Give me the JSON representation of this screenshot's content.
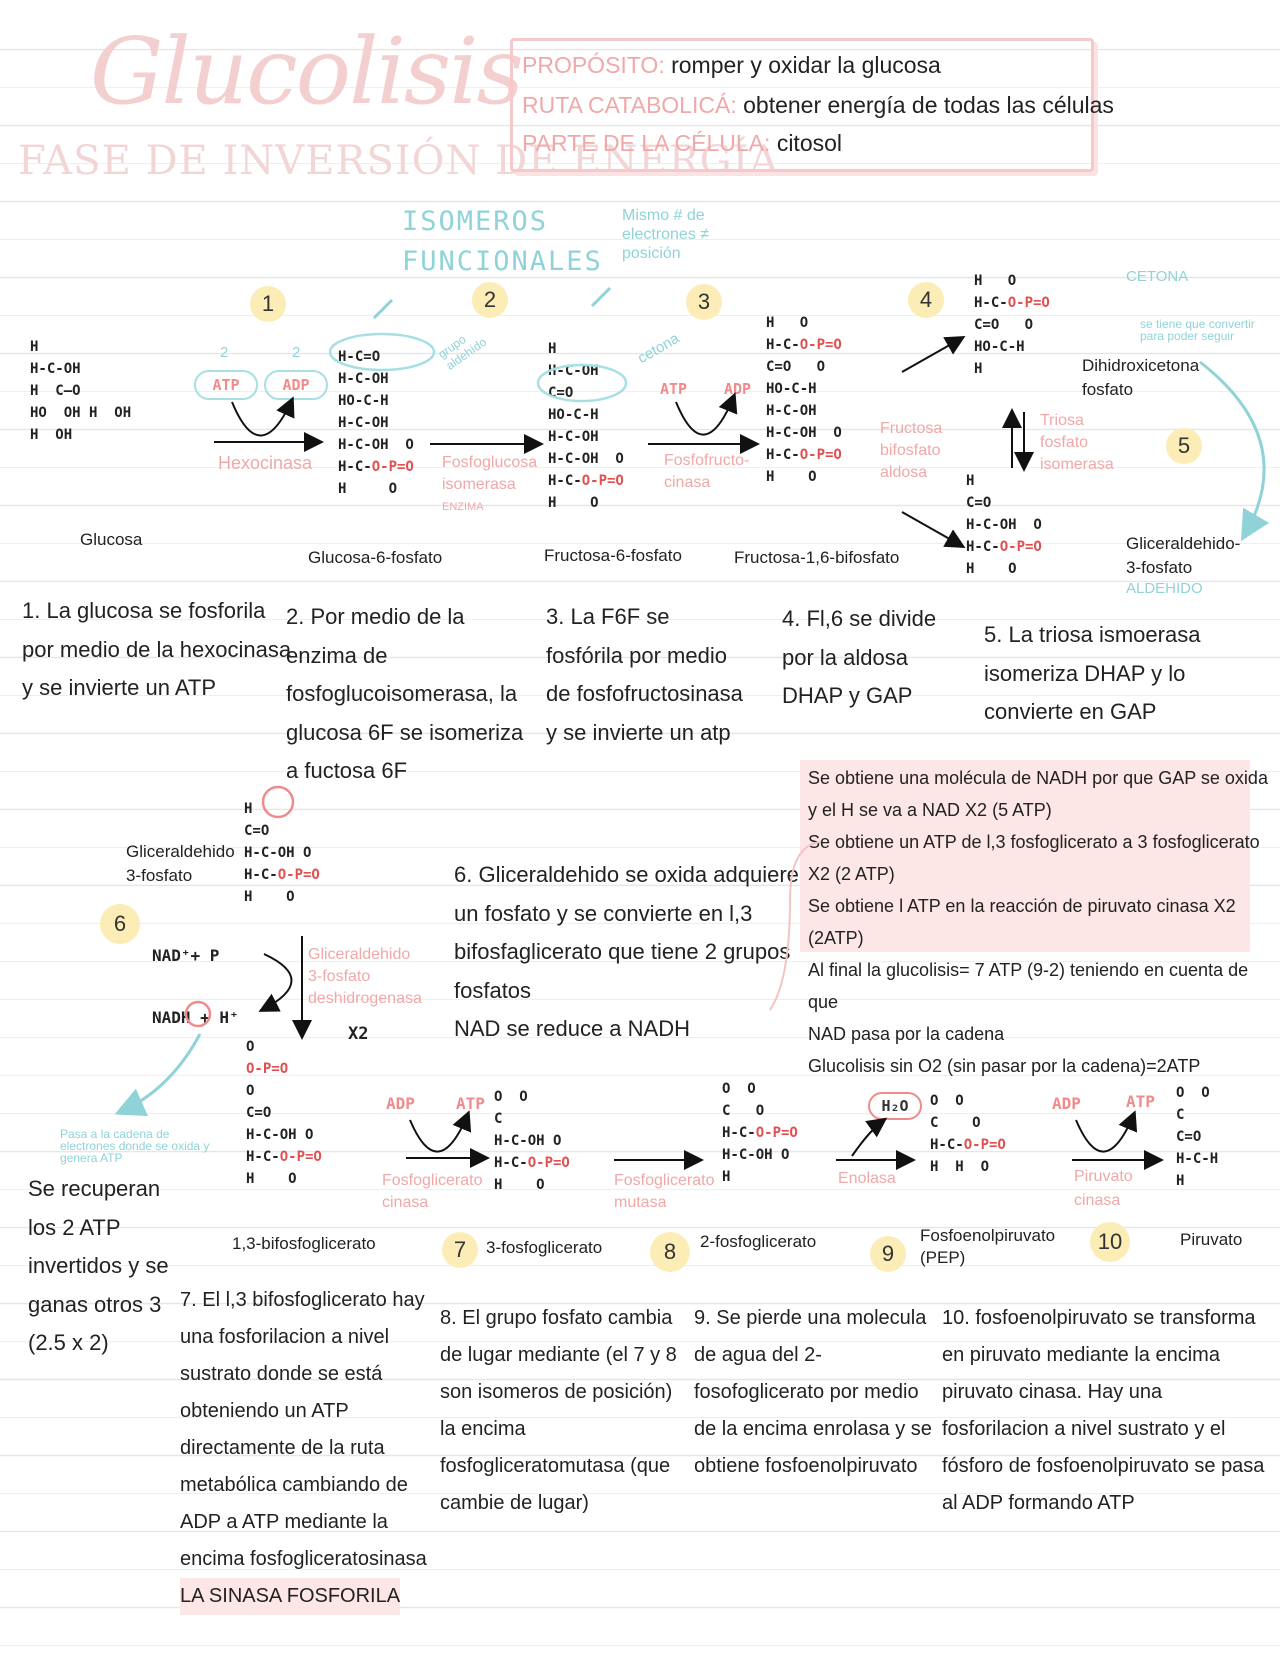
{
  "header": {
    "title": "Glucolisis",
    "subtitle": "FASE DE INVERSIÓN DE ENERGÍA",
    "purpose_label": "PROPÓSITO:",
    "purpose_value": "romper y oxidar la glucosa",
    "route_label": "RUTA CATABOLICÁ:",
    "route_value": "obtener energía de todas las células",
    "part_label": "PARTE DE LA CÉLULA:",
    "part_value": "citosol"
  },
  "annotations": {
    "isomers_line1": "ISOMEROS",
    "isomers_line2": "FUNCIONALES",
    "same_electrons": "Mismo # de electrones ≠ posición",
    "grupo_aldehido": "grupo aldehído",
    "cetona": "cetona",
    "cetona_caps": "CETONA",
    "aldehido_caps": "ALDEHIDO",
    "tiene_que": "se tiene que convertir para poder seguir",
    "pasa_cadena": "Pasa a la cadena de electrones donde se oxida y genera ATP",
    "enzima": "ENZIMA",
    "x2": "X2",
    "atp": "ATP",
    "adp": "ADP",
    "h2o": "H₂O",
    "nad_p": "NAD⁺+ P",
    "nadh": "NADH + H⁺",
    "num_2_small": "2",
    "num_2_small_b": "2"
  },
  "steps": [
    {
      "num": "1"
    },
    {
      "num": "2"
    },
    {
      "num": "3"
    },
    {
      "num": "4"
    },
    {
      "num": "5"
    },
    {
      "num": "6"
    },
    {
      "num": "7"
    },
    {
      "num": "8"
    },
    {
      "num": "9"
    },
    {
      "num": "10"
    }
  ],
  "compounds": {
    "glucosa": "Glucosa",
    "g6p": "Glucosa-6-fosfato",
    "f6p": "Fructosa-6-fosfato",
    "f16bp": "Fructosa-1,6-bifosfato",
    "dhap_1": "Dihidroxicetona",
    "dhap_2": "fosfato",
    "gap_1": "Gliceraldehido-",
    "gap_2": "3-fosfato",
    "gap6_1": "Gliceraldehido",
    "gap6_2": "3-fosfato",
    "bpg": "1,3-bifosfoglicerato",
    "pg3": "3-fosfoglicerato",
    "pg2": "2-fosfoglicerato",
    "pep_1": "Fosfoenolpiruvato",
    "pep_2": "(PEP)",
    "piruvato": "Piruvato"
  },
  "enzymes": {
    "hexocinasa": "Hexocinasa",
    "fgi_1": "Fosfoglucosa",
    "fgi_2": "isomerasa",
    "pfk_1": "Fosfofructo-",
    "pfk_2": "cinasa",
    "aldosa_1": "Fructosa",
    "aldosa_2": "bifosfato",
    "aldosa_3": "aldosa",
    "tpi_1": "Triosa",
    "tpi_2": "fosfato",
    "tpi_3": "isomerasa",
    "gapdh_1": "Gliceraldehido",
    "gapdh_2": "3-fosfato",
    "gapdh_3": "deshidrogenasa",
    "pgk_1": "Fosfoglicerato",
    "pgk_2": "cinasa",
    "pgm_1": "Fosfoglicerato",
    "pgm_2": "mutasa",
    "enolasa": "Enolasa",
    "pk_1": "Piruvato",
    "pk_2": "cinasa"
  },
  "notes": {
    "n1": [
      "1. La glucosa se fosforila",
      "por medio de la hexocinasa",
      "y se invierte un ATP"
    ],
    "n2": [
      "2. Por medio de la",
      "enzima de",
      "fosfoglucoisomerasa, la",
      "glucosa 6F se isomeriza",
      "a fuctosa 6F"
    ],
    "n3": [
      "3. La F6F se",
      "fosfórila por medio",
      "de fosfofructosinasa",
      "y se invierte un atp"
    ],
    "n4": [
      "4. Fl,6 se divide",
      "por la aldosa",
      "DHAP y GAP"
    ],
    "n5": [
      "5. La triosa ismoerasa",
      "isomeriza DHAP y lo",
      "convierte en GAP"
    ],
    "n6": [
      "6. Gliceraldehido se oxida adquiere",
      "un fosfato y se convierte en l,3",
      "bifosfaglicerato que tiene 2 grupos",
      "fosfatos",
      "NAD se reduce a NADH"
    ],
    "summary": [
      "Se obtiene  una molécula de NADH por que GAP se oxida",
      "y el H se va a NAD X2 (5 ATP)",
      "Se obtiene un ATP de l,3 fosfoglicerato a 3 fosfoglicerato",
      "X2 (2 ATP)",
      "Se obtiene l ATP en la reacción de piruvato cinasa X2",
      "(2ATP)",
      "Al final la glucolisis= 7 ATP (9-2) teniendo en cuenta de que",
      "NAD pasa por la cadena",
      "Glucolisis sin O2 (sin pasar por la cadena)=2ATP"
    ],
    "recover": [
      "Se recuperan",
      "los 2 ATP",
      "invertidos y se",
      "ganas otros 3",
      "(2.5 x 2)"
    ],
    "n7": [
      "7. El l,3 bifosfoglicerato hay",
      "una fosforilacion a nivel",
      "sustrato donde se está",
      "obteniendo un ATP",
      "directamente de la ruta",
      "metabólica cambiando de",
      "ADP a ATP mediante la",
      "encima fosfogliceratosinasa",
      "LA SINASA FOSFORILA"
    ],
    "n8": [
      "8. El grupo fosfato cambia",
      "de lugar mediante (el 7 y 8",
      "son isomeros de posición)",
      "la encima",
      "fosfogliceratomutasa (que",
      "cambie de lugar)"
    ],
    "n9": [
      "9. Se pierde una molecula",
      "de agua del 2-",
      "fosofoglicerato por medio",
      "de la encima enrolasa y se",
      "obtiene fosfoenolpiruvato"
    ],
    "n10": [
      "10. fosfoenolpiruvato se transforma",
      "en piruvato mediante la encima",
      "piruvato cinasa. Hay una",
      "fosforilacion a nivel sustrato y el",
      "fósforo de fosfoenolpiruvato se pasa",
      "al ADP formando ATP"
    ]
  },
  "structures": {
    "glucosa": [
      "H",
      "H-C-OH",
      "H  C—O",
      "HO  OH H  OH",
      "H  OH"
    ],
    "g6p": [
      "H-C=O",
      "H-C-OH",
      "HO-C-H",
      "H-C-OH",
      "H-C-OH  O",
      "H-C-O-P=O",
      "H     O"
    ],
    "f6p": [
      "H",
      "H-C-OH",
      "C=O",
      "HO-C-H",
      "H-C-OH",
      "H-C-OH  O",
      "H-C-O-P=O",
      "H    O"
    ],
    "f16bp": [
      "H   O",
      "H-C-O-P=O",
      "C=O   O",
      "HO-C-H",
      "H-C-OH",
      "H-C-OH  O",
      "H-C-O-P=O",
      "H    O"
    ],
    "dhap": [
      "H   O",
      "H-C-O-P=O",
      "C=O   O",
      "HO-C-H",
      "H"
    ],
    "gap": [
      "H",
      "C=O",
      "H-C-OH  O",
      "H-C-O-P=O",
      "H    O"
    ],
    "gap6": [
      "H",
      "C=O",
      "H-C-OH O",
      "H-C-O-P=O",
      "H    O"
    ],
    "bpg": [
      "O",
      "O-P=O",
      "O",
      "C=O",
      "H-C-OH O",
      "H-C-O-P=O",
      "H    O"
    ],
    "pg3": [
      "O  O",
      "C",
      "H-C-OH O",
      "H-C-O-P=O",
      "H    O"
    ],
    "pg2": [
      "O  O",
      "C   O",
      "H-C-O-P=O",
      "H-C-OH O",
      "H"
    ],
    "pep": [
      "O  O",
      "C    O",
      "H-C-O-P=O",
      "H  H  O"
    ],
    "piruvato": [
      "O  O",
      "C",
      "C=O",
      "H-C-H",
      "H"
    ]
  }
}
